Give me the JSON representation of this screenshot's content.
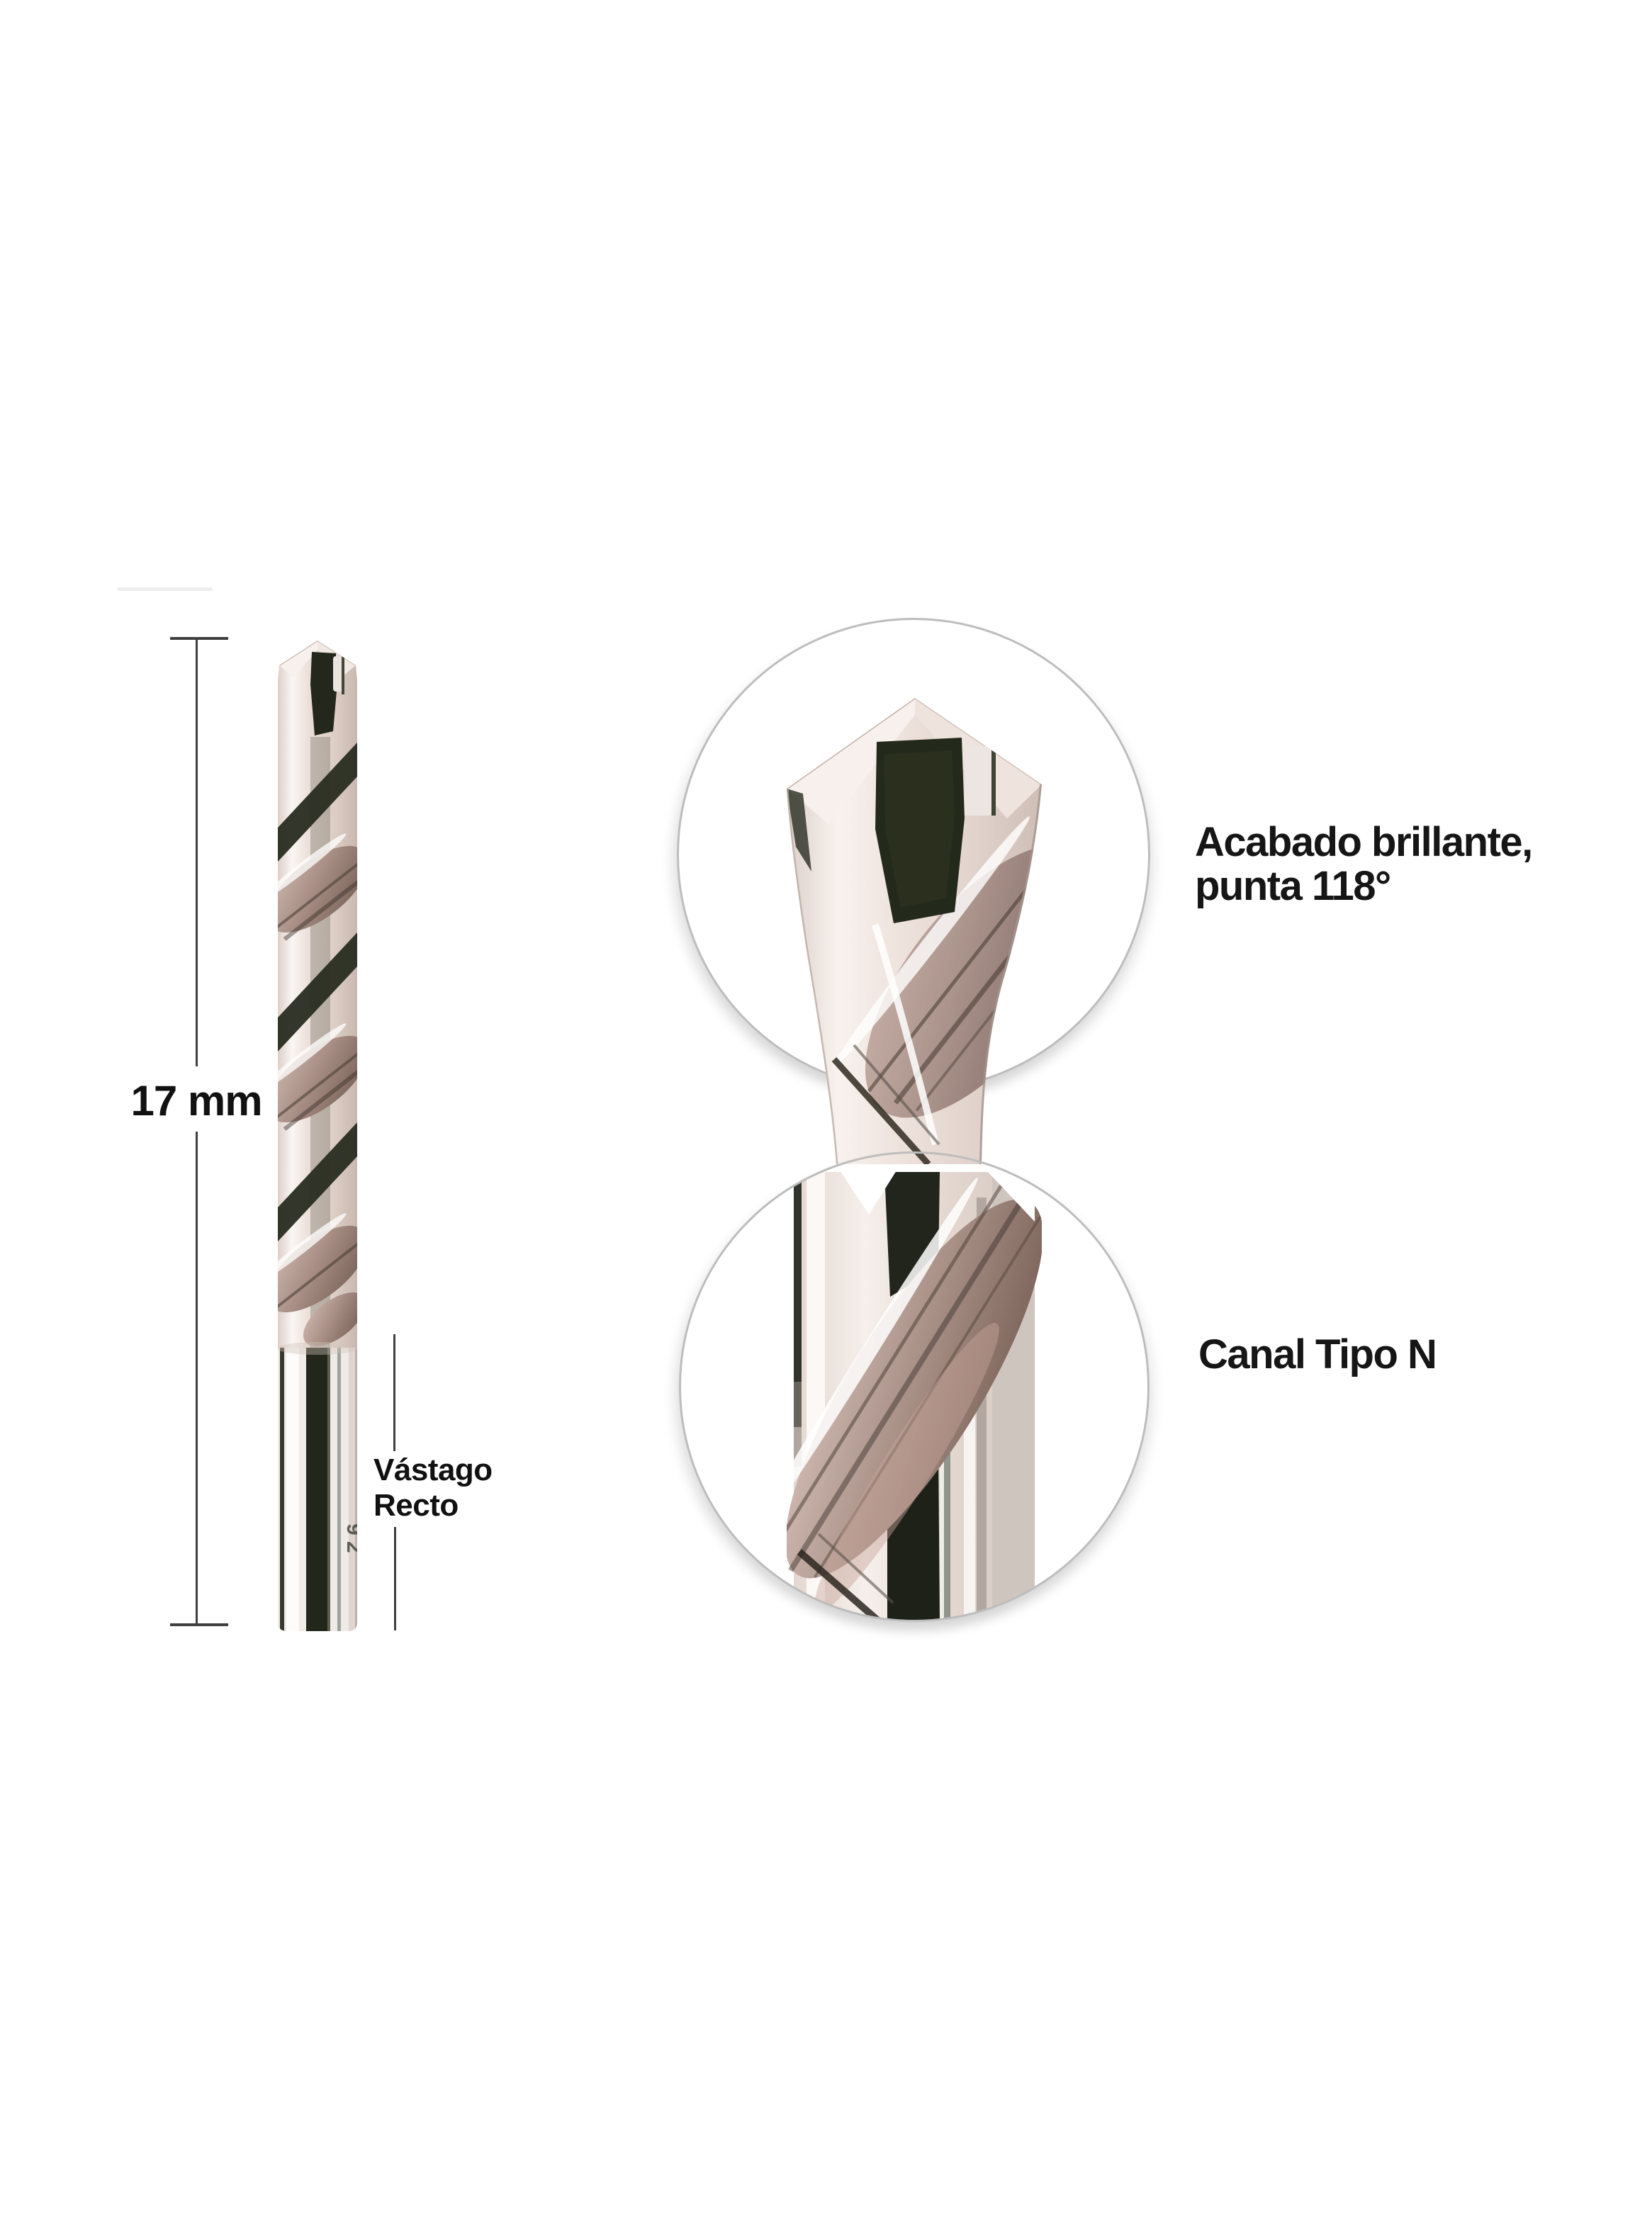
{
  "diagram": {
    "dimension": {
      "label": "17 mm"
    },
    "shank": {
      "label": "Vástago\nRecto",
      "marking": "9 2"
    },
    "callouts": [
      {
        "id": "tip-finish",
        "caption": "Acabado brillante,\npunta 118°"
      },
      {
        "id": "flute-type",
        "caption": "Canal Tipo N"
      }
    ],
    "colors": {
      "text": "#161616",
      "annotation_line": "#3f3f3f",
      "circle_rim": "#bdbdbd",
      "metal_light": "#f2e9e4",
      "metal_taupe": "#a8928a",
      "metal_dark": "#252a1e"
    }
  }
}
